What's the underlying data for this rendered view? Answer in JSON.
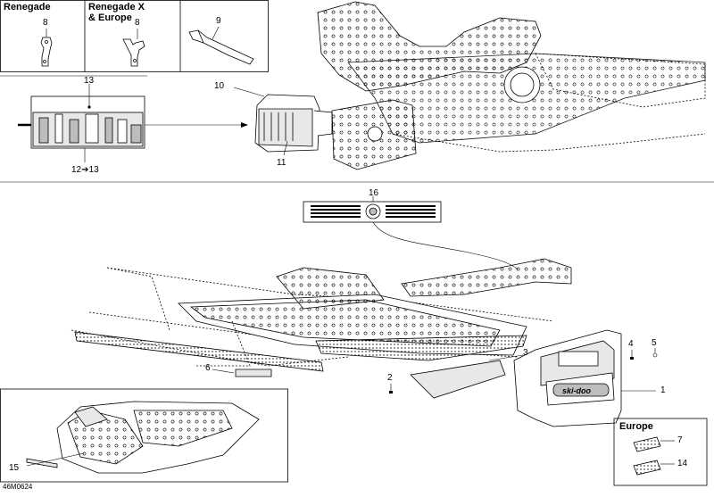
{
  "insets": {
    "renegade": "Renegade",
    "renegade_x_europe": "Renegade X\n& Europe",
    "europe": "Europe"
  },
  "callouts": {
    "c1": "1",
    "c2": "2",
    "c3": "3",
    "c4": "4",
    "c5": "5",
    "c6": "6",
    "c7": "7",
    "c8a": "8",
    "c8b": "8",
    "c9": "9",
    "c10": "10",
    "c11": "11",
    "c12_13": "12➔13",
    "c13": "13",
    "c14": "14",
    "c15": "15",
    "c16": "16"
  },
  "drawing_code": "46M0624",
  "decal_brand": "ski-doo",
  "colors": {
    "line": "#000000",
    "paper": "#ffffff",
    "panel": "#e8e8e8",
    "shade": "#bdbdbd"
  }
}
